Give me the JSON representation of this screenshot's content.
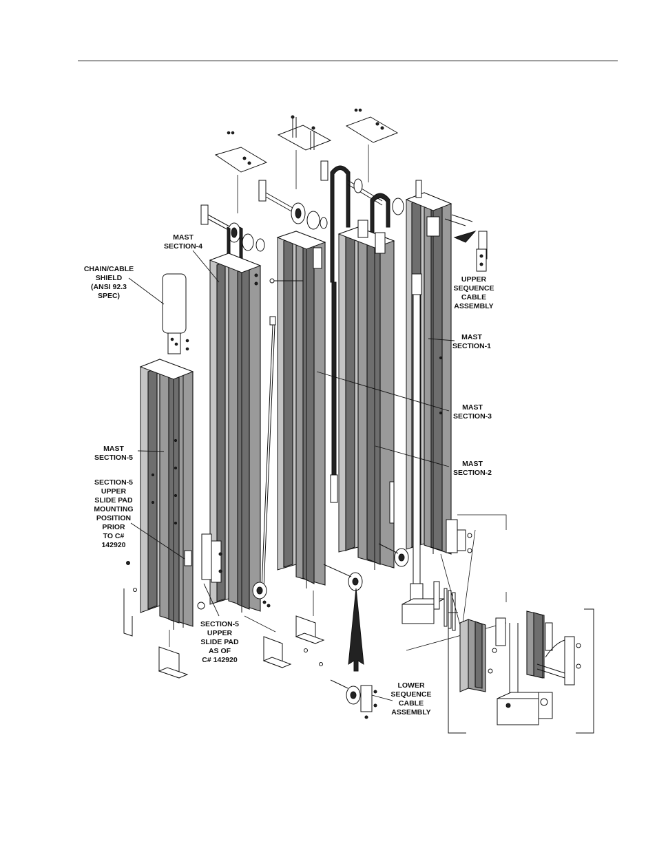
{
  "labels": {
    "mast_section_4": [
      "MAST",
      "SECTION-4"
    ],
    "chain_cable_shield": [
      "CHAIN/CABLE",
      "SHIELD",
      "(ANSI 92.3",
      "SPEC)"
    ],
    "upper_sequence_cable_assembly": [
      "UPPER",
      "SEQUENCE",
      "CABLE",
      "ASSEMBLY"
    ],
    "mast_section_1": [
      "MAST",
      "SECTION-1"
    ],
    "mast_section_3": [
      "MAST",
      "SECTION-3"
    ],
    "mast_section_5": [
      "MAST",
      "SECTION-5"
    ],
    "mast_section_2": [
      "MAST",
      "SECTION-2"
    ],
    "slide_pad_prior": [
      "SECTION-5",
      "UPPER",
      "SLIDE PAD",
      "MOUNTING",
      "POSITION",
      "PRIOR",
      "TO C#",
      "142920"
    ],
    "slide_pad_as_of": [
      "SECTION-5",
      "UPPER",
      "SLIDE PAD",
      "AS OF",
      "C# 142920"
    ],
    "lower_sequence_cable_assembly": [
      "LOWER",
      "SEQUENCE",
      "CABLE",
      "ASSEMBLY"
    ]
  }
}
